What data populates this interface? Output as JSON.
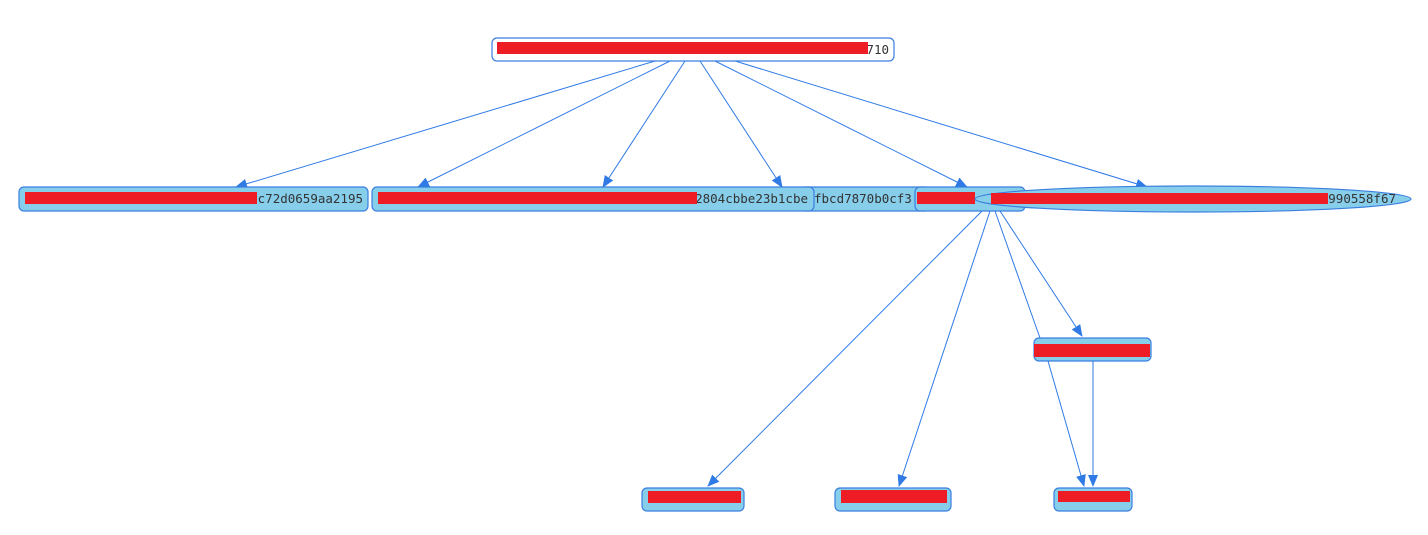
{
  "graph": {
    "colors": {
      "node_fill": "#87ceeb",
      "root_fill": "#ffffff",
      "stroke": "#3a7fe0",
      "edge": "#2f7ae5",
      "redaction": "#ee1c25"
    },
    "root": {
      "label_suffix": "710"
    },
    "level1": [
      {
        "label_suffix": "c72d0659aa2195"
      },
      {
        "label_suffix": "2804cbbe23b1cbe"
      },
      {
        "label_suffix": "fbcd7870b0cf3"
      },
      {
        "label_suffix": ""
      },
      {
        "label_suffix": "990558f67"
      }
    ]
  }
}
